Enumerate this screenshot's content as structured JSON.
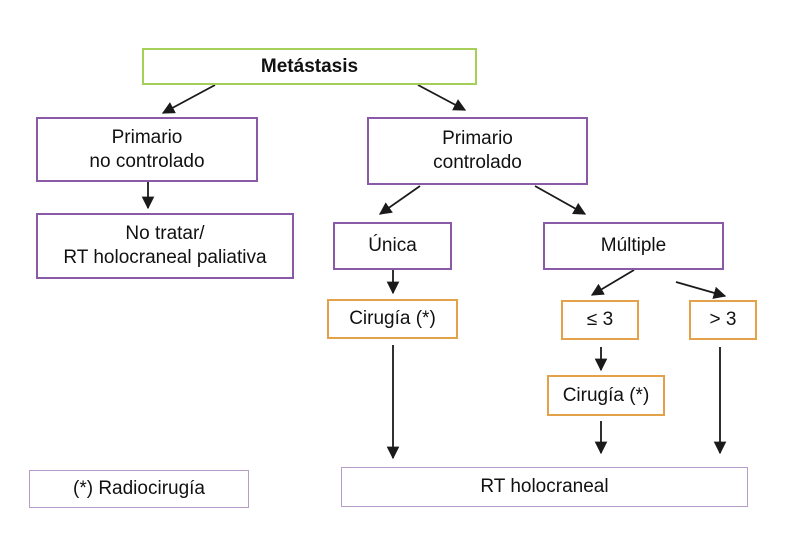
{
  "nodes": {
    "metastasis": "Metástasis",
    "primary_uncontrolled": [
      "Primario",
      "no controlado"
    ],
    "primary_controlled": [
      "Primario",
      "controlado"
    ],
    "no_treat": [
      "No tratar/",
      "RT holocraneal paliativa"
    ],
    "single": "Única",
    "multiple": "Múltiple",
    "surgery_1": "Cirugía (*)",
    "le3": "≤ 3",
    "gt3": "> 3",
    "surgery_2": "Cirugía (*)",
    "rt": "RT holocraneal"
  },
  "legend": {
    "footnote": "(*) Radiocirugía"
  },
  "colors": {
    "root_border": "#a6cf5a",
    "node_border": "#8a5aa8",
    "treatment_border": "#e3a24a",
    "arrow": "#1a1a1a"
  }
}
